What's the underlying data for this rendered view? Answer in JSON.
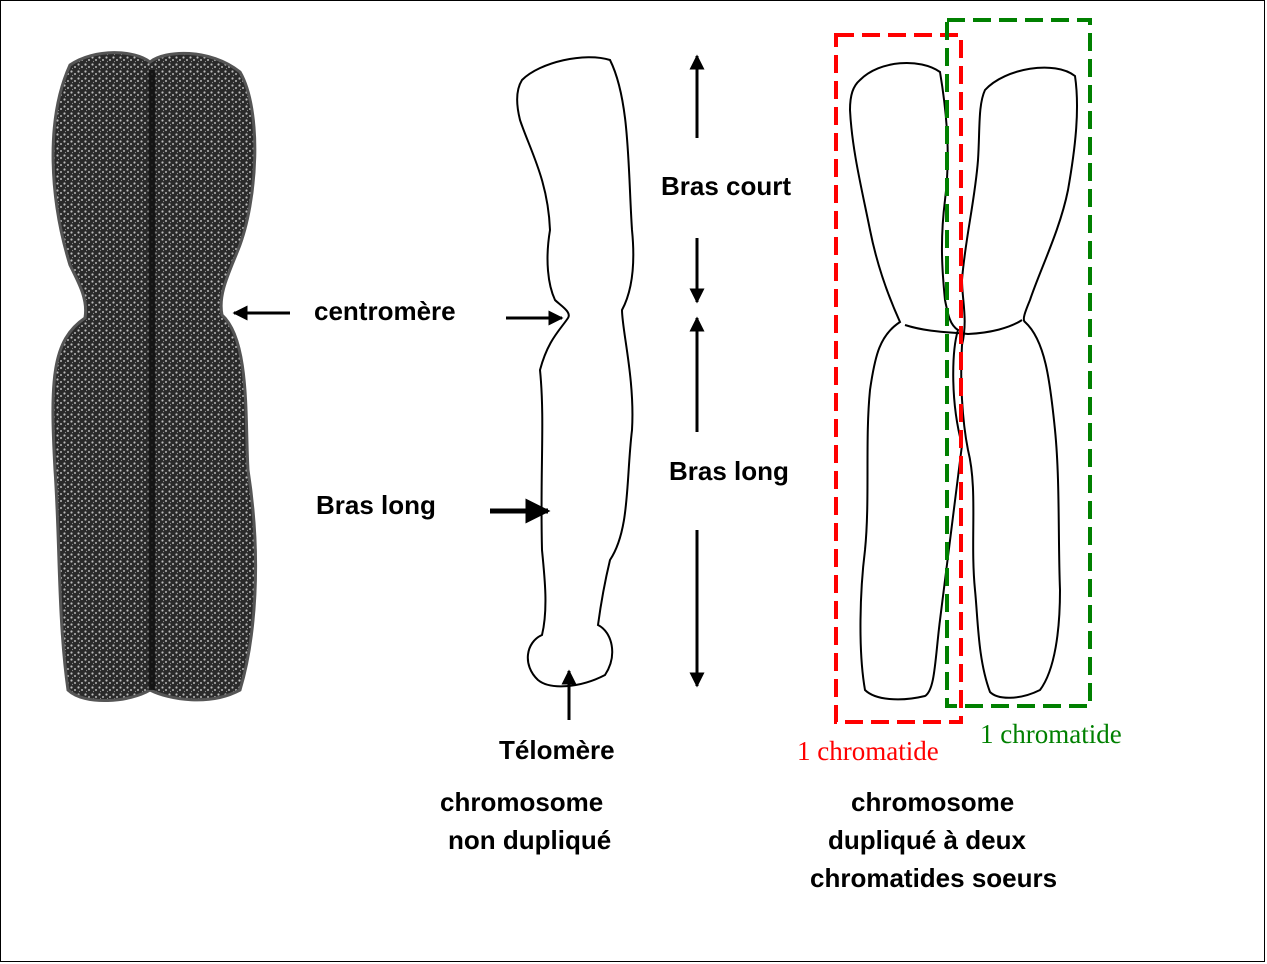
{
  "labels": {
    "centromere": "centromère",
    "bras_long_left": "Bras long",
    "bras_court": "Bras court",
    "bras_long_right": "Bras long",
    "telomere": "Télomère",
    "chromatide_red": "1 chromatide",
    "chromatide_green": "1 chromatide"
  },
  "captions": {
    "undup_line1": "chromosome",
    "undup_line2": "non dupliqué",
    "dup_line1": "chromosome",
    "dup_line2": "dupliqué à deux",
    "dup_line3": "chromatides soeurs"
  },
  "colors": {
    "chromatide_red": "#ff0000",
    "chromatide_green": "#008000",
    "ink": "#000000"
  }
}
